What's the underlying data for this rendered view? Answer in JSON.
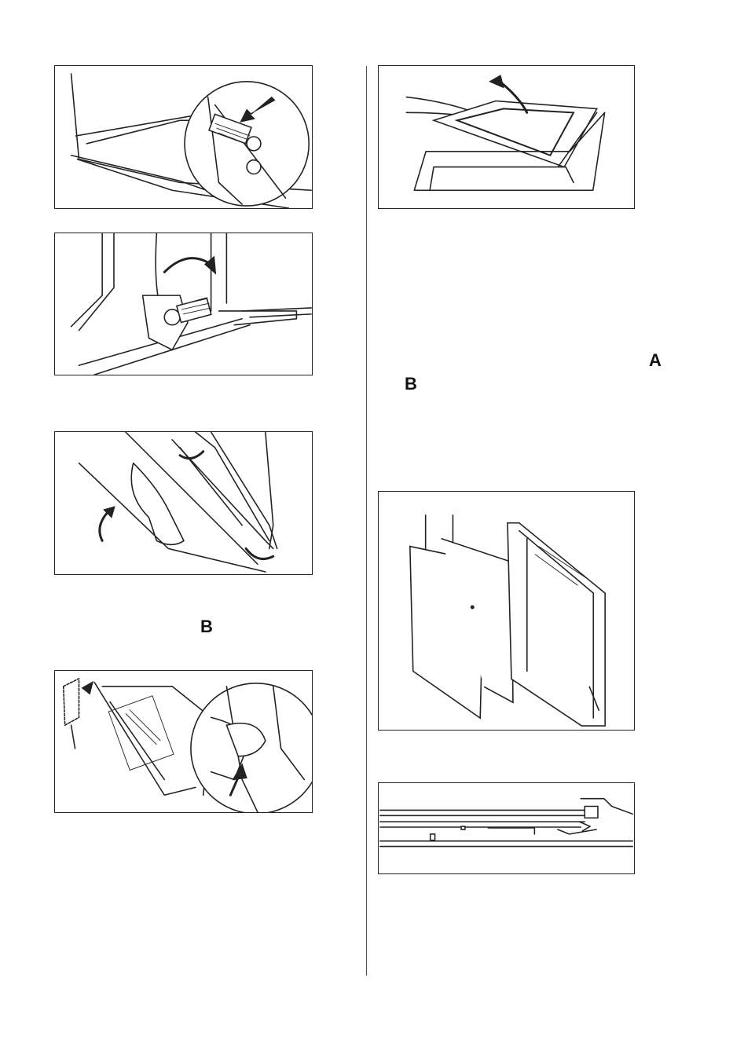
{
  "labels": {
    "step_a": "A",
    "step_b_right": "B",
    "step_b_left": "B"
  }
}
